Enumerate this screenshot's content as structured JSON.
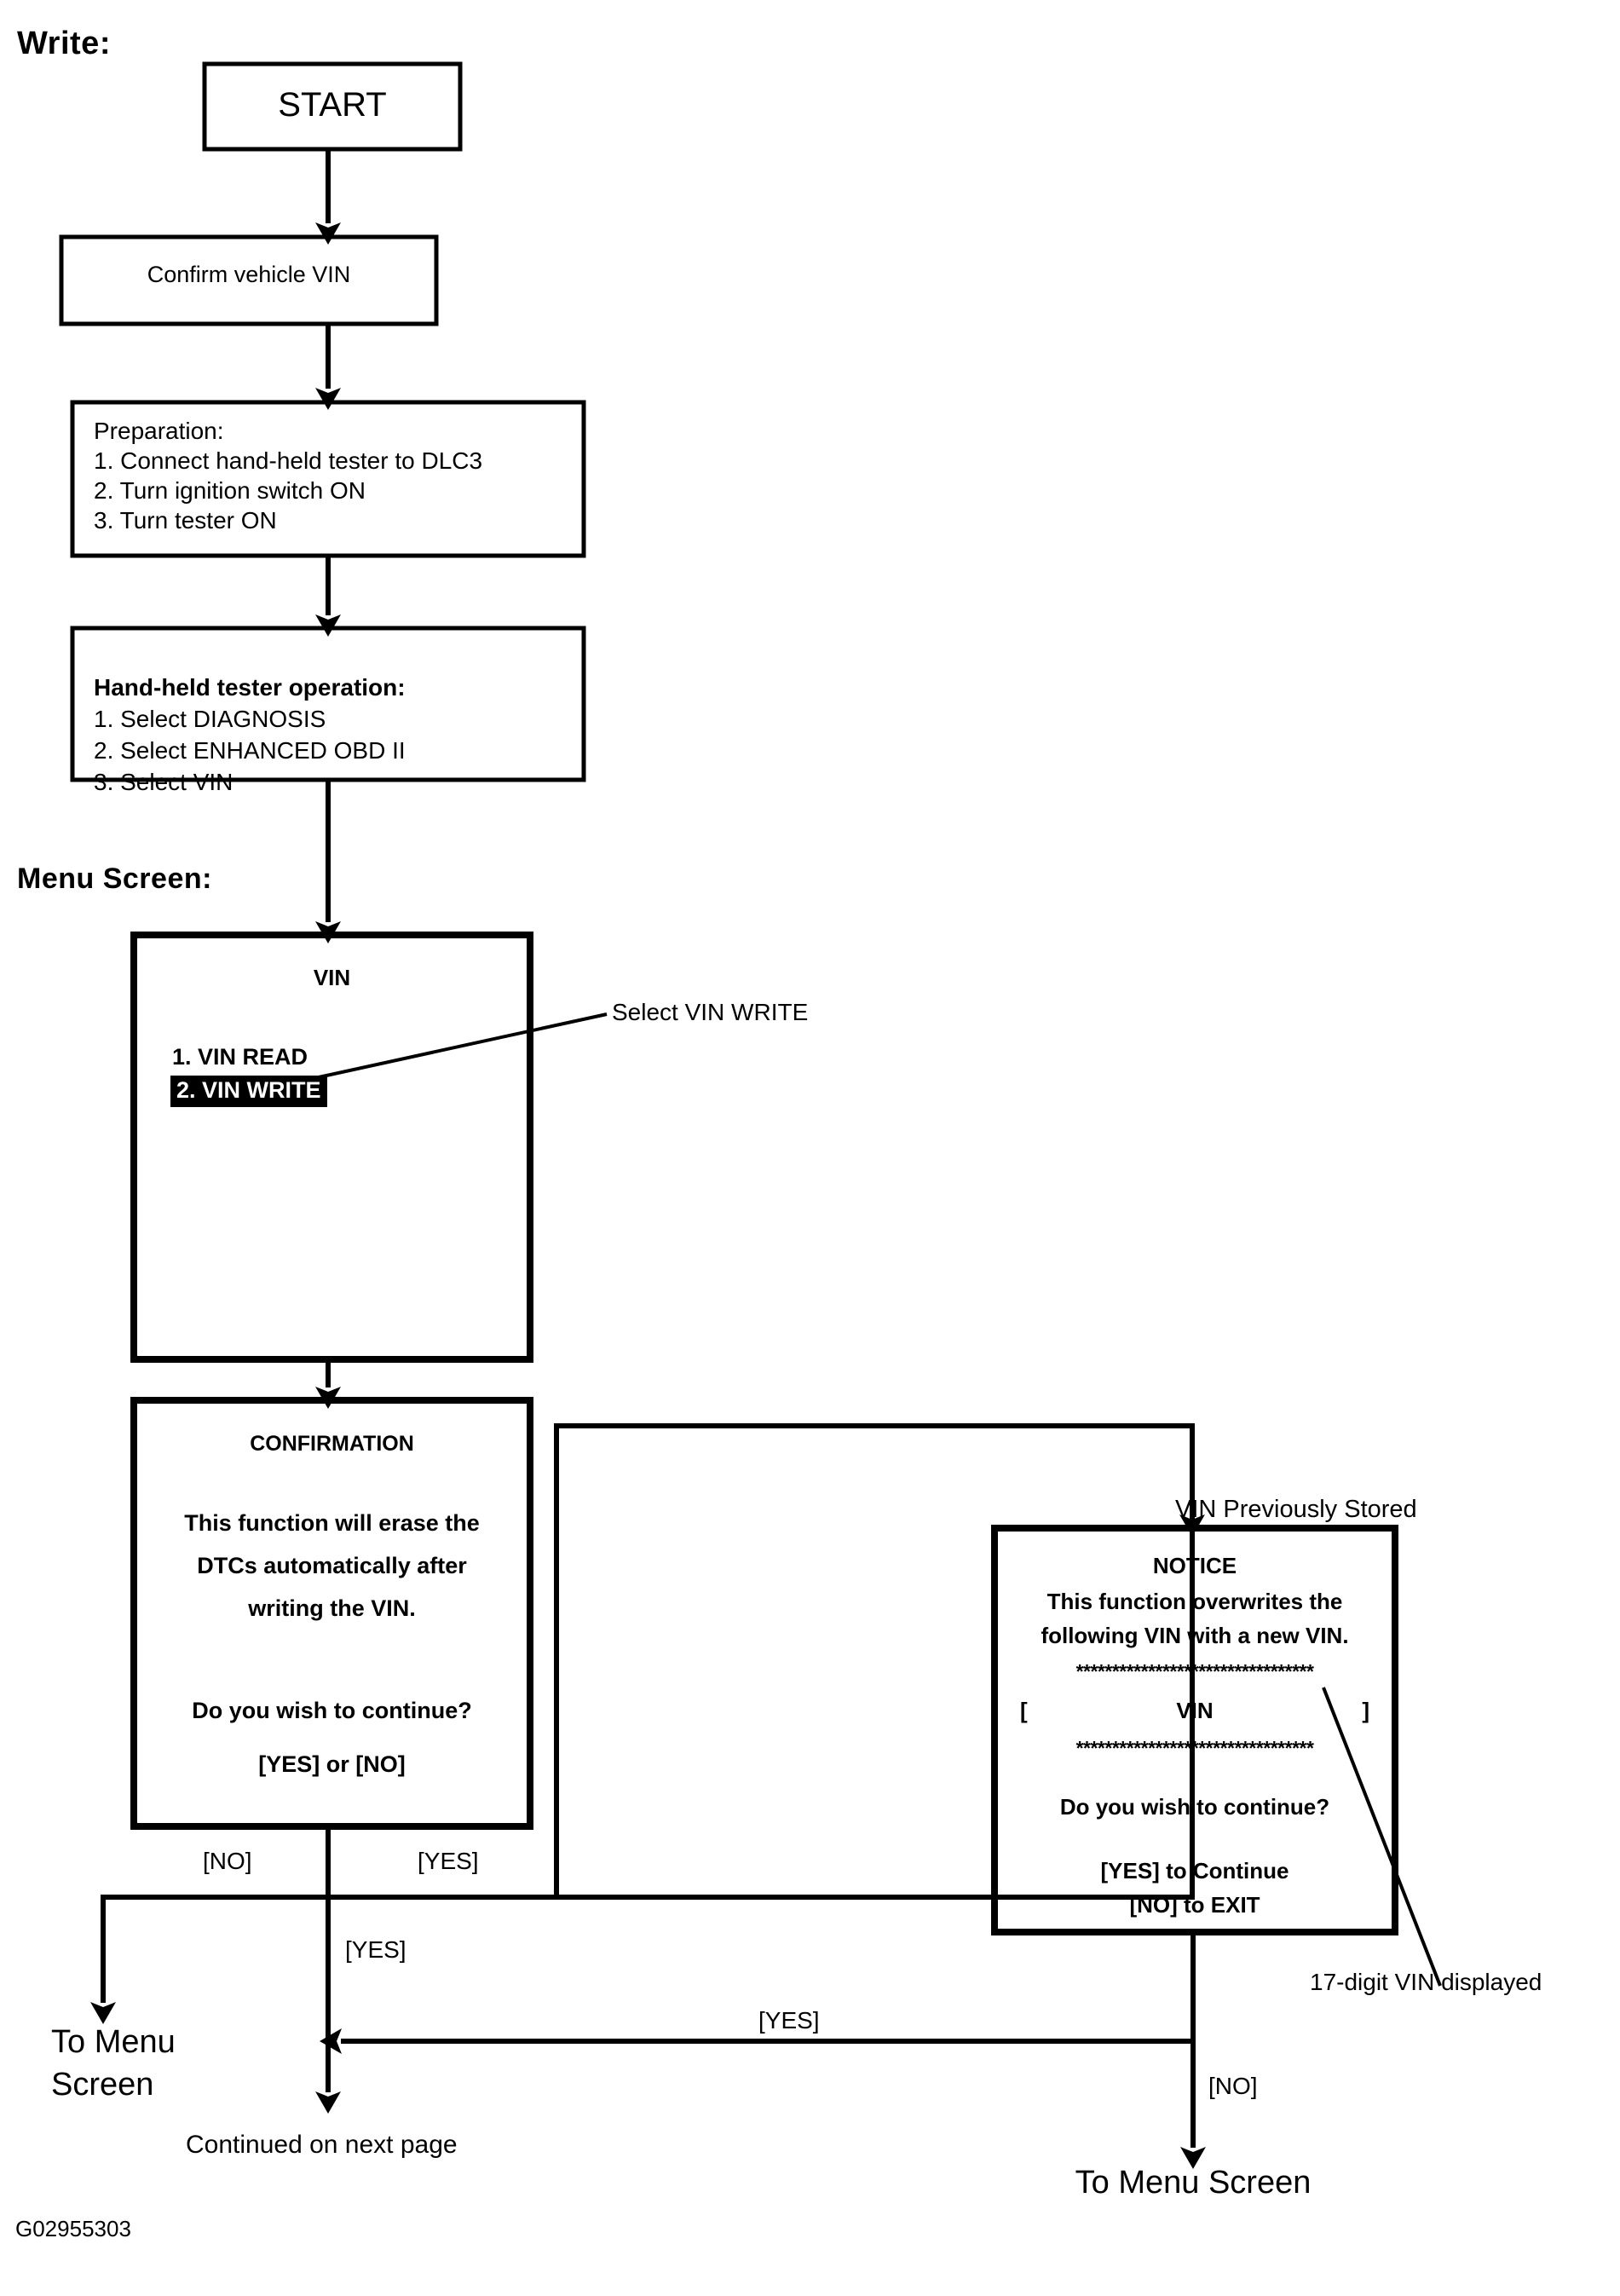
{
  "diagram": {
    "title": "Write:",
    "menu_screen_label": "Menu Screen:",
    "figure_id": "G02955303",
    "type": "flowchart",
    "colors": {
      "ink": "#000000",
      "paper": "#ffffff",
      "highlight_bg": "#000000",
      "highlight_fg": "#ffffff"
    }
  },
  "nodes": {
    "start": {
      "text": "START"
    },
    "confirm_vin": {
      "text": "Confirm vehicle VIN"
    },
    "preparation": {
      "heading": "Preparation:",
      "steps": [
        "1. Connect hand-held tester to DLC3",
        "2. Turn ignition switch ON",
        "3. Turn tester ON"
      ]
    },
    "tester_operation": {
      "heading": "Hand-held tester operation:",
      "steps": [
        "1. Select DIAGNOSIS",
        "2. Select ENHANCED OBD II",
        "3. Select VIN"
      ]
    },
    "vin_menu": {
      "title": "VIN",
      "item_1": "1. VIN READ",
      "item_2": "2. VIN WRITE",
      "selected_item": "2. VIN WRITE"
    },
    "confirmation": {
      "title": "CONFIRMATION",
      "line_1": "This function will erase the",
      "line_2": "DTCs automatically after",
      "line_3": "writing the VIN.",
      "question": "Do you wish to continue?",
      "options": "[YES] or [NO]"
    },
    "notice": {
      "title": "NOTICE",
      "line_1": "This function overwrites the",
      "line_2": "following VIN with a new VIN.",
      "rule_top": "*********************************",
      "bracket_open": "[",
      "vin_placeholder": "VIN",
      "bracket_close": "]",
      "rule_bottom": "*********************************",
      "question": "Do you wish to continue?",
      "option_yes": "[YES] to Continue",
      "option_no": "[NO] to EXIT"
    }
  },
  "annotations": {
    "select_vin_write": "Select VIN WRITE",
    "vin_previously_stored": "VIN Previously Stored",
    "seventeen_digit_vin": "17-digit VIN displayed"
  },
  "edge_labels": {
    "confirmation_no": "[NO]",
    "confirmation_yes_top": "[YES]",
    "confirmation_yes_down": "[YES]",
    "notice_yes": "[YES]",
    "notice_no": "[NO]"
  },
  "terminals": {
    "to_menu_screen_left_line1": "To Menu",
    "to_menu_screen_left_line2": "Screen",
    "continued_next_page": "Continued on next page",
    "to_menu_screen_right": "To Menu Screen"
  }
}
